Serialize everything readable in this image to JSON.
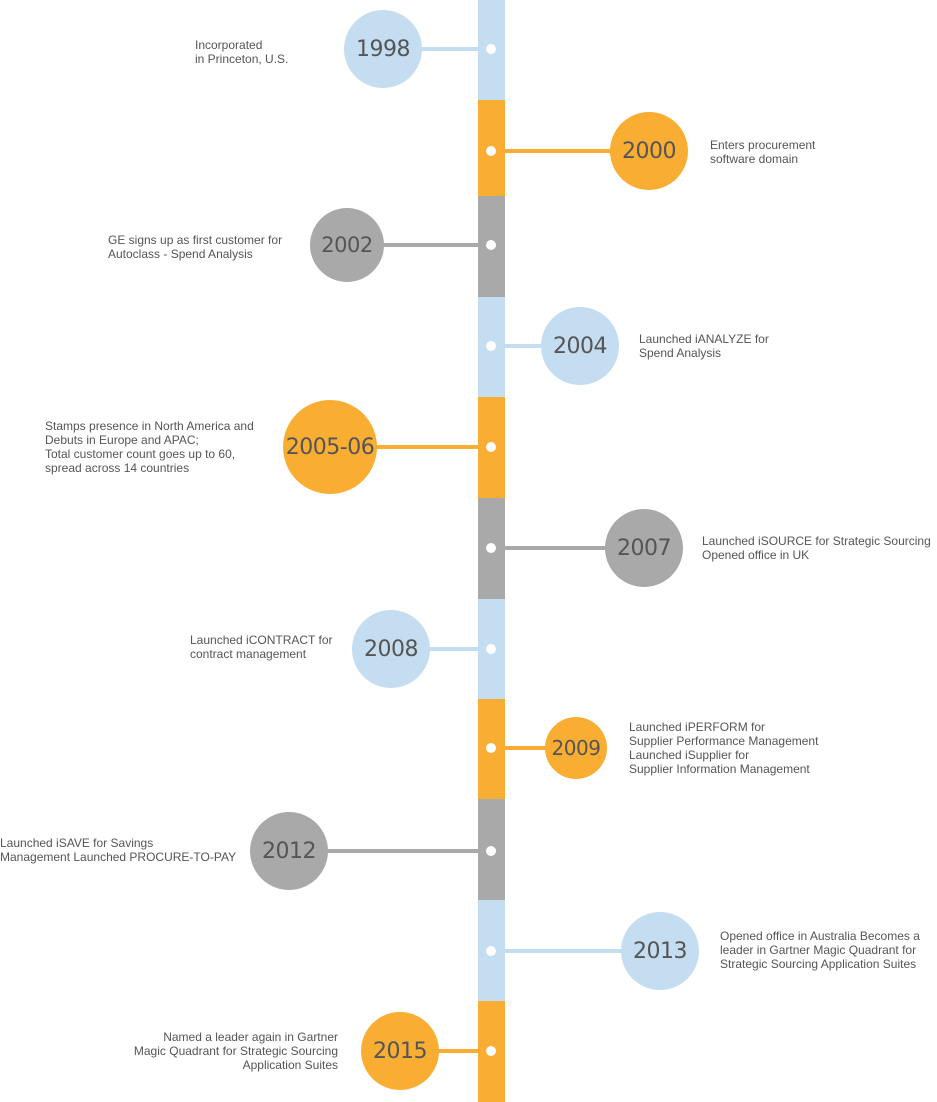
{
  "colors": {
    "blue": "#c5ddf1",
    "orange": "#f9ae33",
    "gray": "#a9a9a9"
  },
  "events": [
    {
      "year": "1998",
      "description": "Incorporated\nin Princeton, U.S.",
      "color": "blue",
      "side": "left"
    },
    {
      "year": "2000",
      "description": "Enters procurement\nsoftware domain",
      "color": "orange",
      "side": "right"
    },
    {
      "year": "2002",
      "description": "GE signs up as first customer for\nAutoclass - Spend Analysis",
      "color": "gray",
      "side": "left"
    },
    {
      "year": "2004",
      "description": "Launched iANALYZE for\nSpend Analysis",
      "color": "blue",
      "side": "right"
    },
    {
      "year": "2005-06",
      "description": "Stamps presence in North America and\nDebuts in Europe and APAC;\nTotal customer count goes up to 60,\nspread across 14 countries",
      "color": "orange",
      "side": "left"
    },
    {
      "year": "2007",
      "description": "Launched iSOURCE for Strategic Sourcing\nOpened office in UK",
      "color": "gray",
      "side": "right"
    },
    {
      "year": "2008",
      "description": "Launched iCONTRACT for\ncontract management",
      "color": "blue",
      "side": "left"
    },
    {
      "year": "2009",
      "description": "Launched iPERFORM for\nSupplier Performance Management\nLaunched iSupplier for\nSupplier Information Management",
      "color": "orange",
      "side": "right"
    },
    {
      "year": "2012",
      "description": "Launched iSAVE for Savings\nManagement Launched PROCURE-TO-PAY",
      "color": "gray",
      "side": "left"
    },
    {
      "year": "2013",
      "description": "Opened office in Australia Becomes a\nleader in Gartner Magic Quadrant for\nStrategic Sourcing Application Suites",
      "color": "blue",
      "side": "right"
    },
    {
      "year": "2015",
      "description": "Named a leader again in Gartner\nMagic Quadrant for Strategic Sourcing\nApplication Suites",
      "color": "orange",
      "side": "left"
    }
  ]
}
